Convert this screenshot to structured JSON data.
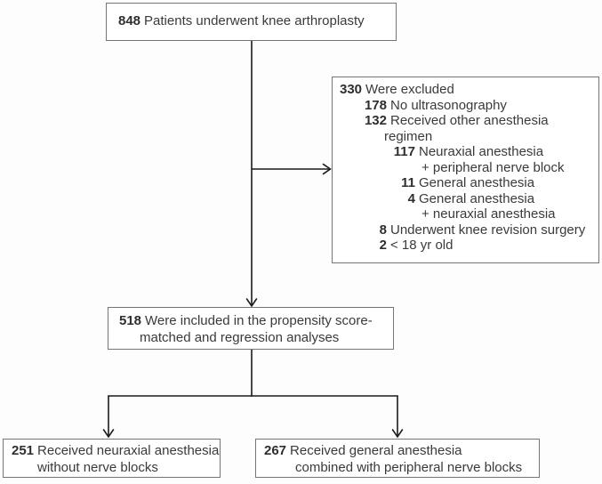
{
  "figure": {
    "type": "patient-flow-diagram",
    "colors": {
      "text": "#3a3a3a",
      "number": "#2e2e2e",
      "box_border": "#757575",
      "connector": "#1b1b1b",
      "background": "#fdfdfd"
    }
  },
  "boxes": {
    "enrolled": {
      "lines": [
        {
          "num": "848",
          "text": "Patients underwent knee arthroplasty"
        }
      ]
    },
    "excluded": {
      "lines": [
        {
          "num": "330",
          "text": "Were excluded",
          "level": 0
        },
        {
          "num": "178",
          "text": "No ultrasonography",
          "level": 1
        },
        {
          "num": "132",
          "text": "Received other anesthesia",
          "level": 1
        },
        {
          "text": "regimen",
          "level": 1,
          "cont": true
        },
        {
          "num": "117",
          "text": "Neuraxial anesthesia",
          "level": 2
        },
        {
          "text": "+ peripheral nerve block",
          "level": 2,
          "cont": true
        },
        {
          "num": "11",
          "text": "General anesthesia",
          "level": 2
        },
        {
          "num": "4",
          "text": "General anesthesia",
          "level": 2
        },
        {
          "text": "+ neuraxial anesthesia",
          "level": 2,
          "cont": true
        },
        {
          "num": "8",
          "text": "Underwent knee revision surgery",
          "level": 1
        },
        {
          "num": "2",
          "text": "< 18 yr old",
          "level": 1
        }
      ]
    },
    "included": {
      "lines": [
        {
          "num": "518",
          "text": "Were included in the propensity score-"
        },
        {
          "text": "matched and regression analyses",
          "cont": true
        }
      ]
    },
    "neuraxial_group": {
      "lines": [
        {
          "num": "251",
          "text": "Received neuraxial anesthesia"
        },
        {
          "text": "without nerve blocks",
          "cont": true
        }
      ]
    },
    "general_group": {
      "lines": [
        {
          "num": "267",
          "text": "Received general anesthesia"
        },
        {
          "text": "combined with peripheral nerve blocks",
          "cont": true
        }
      ]
    }
  }
}
